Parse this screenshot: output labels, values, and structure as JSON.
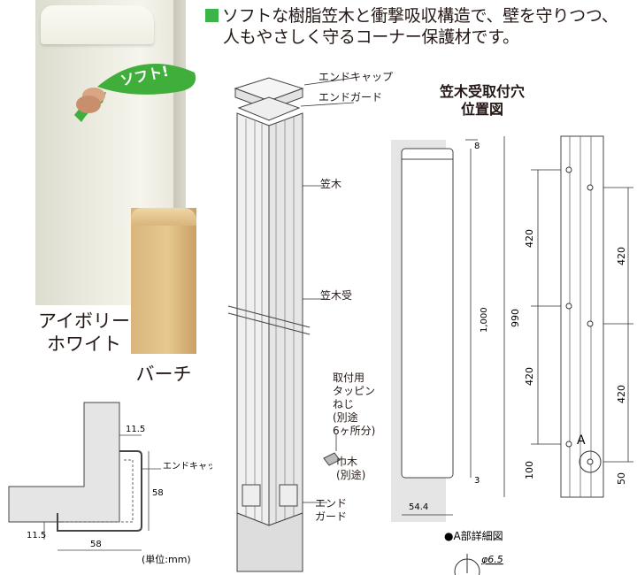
{
  "headline": {
    "line1": "ソフトな樹脂笠木と衝撃吸収構造で、壁を守りつつ、",
    "line2": "人もやさしく守るコーナー保護材です。",
    "accent": "#3bb54a"
  },
  "photo": {
    "soft_bubble": "ソフト!",
    "ivory_line1": "アイボリー",
    "ivory_line2": "ホワイト",
    "birch": "バーチ"
  },
  "parts": {
    "end_cap": "エンドキャップ",
    "end_guard_top": "エンドガード",
    "kasagi": "笠木",
    "kasagi_uke": "笠木受",
    "screw_l1": "取付用",
    "screw_l2": "タッピン",
    "screw_l3": "ねじ",
    "screw_l4": "(別途",
    "screw_l5": "6ヶ所分)",
    "habaki_l1": "巾木",
    "habaki_l2": "(別途)",
    "end_guard_b1": "エンド",
    "end_guard_b2": "ガード"
  },
  "section": {
    "dim_top": "11.5",
    "label": "エンドキャップ",
    "dim_side": "58",
    "dim_bottom": "58",
    "dim_left": "11.5",
    "unit": "(単位:mm)"
  },
  "hole_diagram": {
    "title1": "笠木受取付穴",
    "title2": "位置図",
    "dim_top_gap": "8",
    "dim_height": "1,000",
    "dim_width": "54.4",
    "dim_bottom_gap": "3",
    "dim_total": "990",
    "left_dims": [
      "420",
      "420",
      "100"
    ],
    "right_dims": [
      "420",
      "420",
      "50"
    ],
    "marker": "A",
    "detail_title": "●A部詳細図",
    "hole_dia": "φ6.5"
  }
}
